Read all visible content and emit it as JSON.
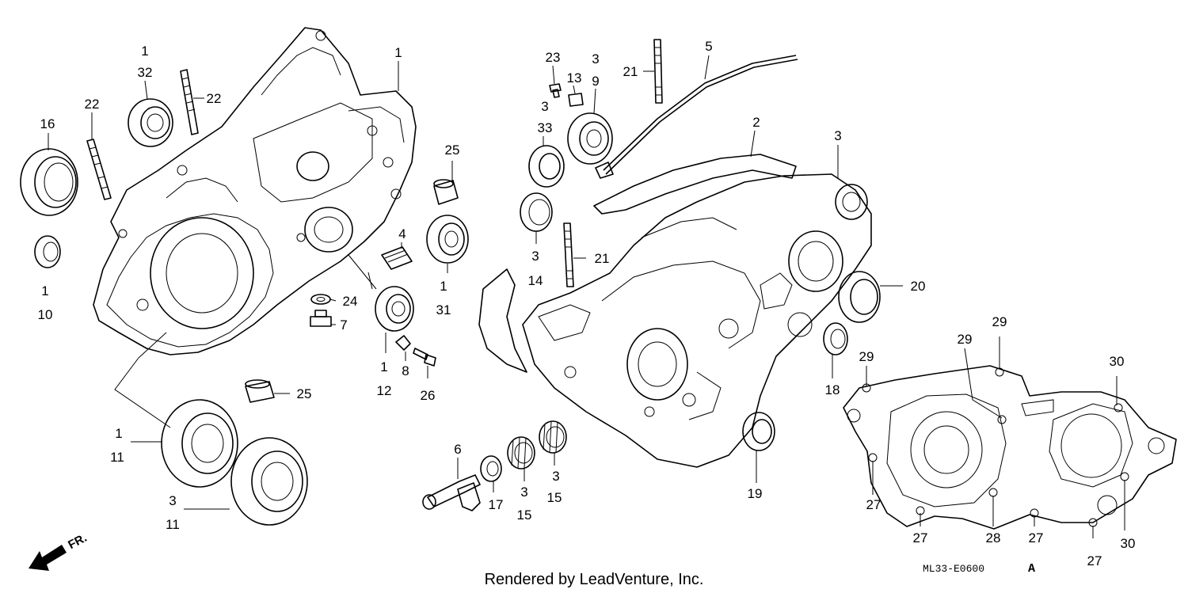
{
  "diagram": {
    "labels": [
      {
        "id": "l1",
        "text": "1"
      },
      {
        "id": "l2",
        "text": "32"
      },
      {
        "id": "l3",
        "text": "22"
      },
      {
        "id": "l4",
        "text": "22"
      },
      {
        "id": "l5",
        "text": "16"
      },
      {
        "id": "l6",
        "text": "1"
      },
      {
        "id": "l7",
        "text": "25"
      },
      {
        "id": "l8",
        "text": "4"
      },
      {
        "id": "l9",
        "text": "1"
      },
      {
        "id": "l10",
        "text": "31"
      },
      {
        "id": "l11",
        "text": "1"
      },
      {
        "id": "l12",
        "text": "10"
      },
      {
        "id": "l13",
        "text": "24"
      },
      {
        "id": "l14",
        "text": "7"
      },
      {
        "id": "l15",
        "text": "1"
      },
      {
        "id": "l16",
        "text": "12"
      },
      {
        "id": "l17",
        "text": "8"
      },
      {
        "id": "l18",
        "text": "26"
      },
      {
        "id": "l19",
        "text": "25"
      },
      {
        "id": "l20",
        "text": "1"
      },
      {
        "id": "l21",
        "text": "11"
      },
      {
        "id": "l22",
        "text": "3"
      },
      {
        "id": "l23",
        "text": "11"
      },
      {
        "id": "l24",
        "text": "23"
      },
      {
        "id": "l25",
        "text": "3"
      },
      {
        "id": "l26",
        "text": "13"
      },
      {
        "id": "l27",
        "text": "9"
      },
      {
        "id": "l28",
        "text": "3"
      },
      {
        "id": "l29",
        "text": "33"
      },
      {
        "id": "l30",
        "text": "21"
      },
      {
        "id": "l31",
        "text": "5"
      },
      {
        "id": "l32",
        "text": "2"
      },
      {
        "id": "l33",
        "text": "3"
      },
      {
        "id": "l34",
        "text": "3"
      },
      {
        "id": "l35",
        "text": "14"
      },
      {
        "id": "l36",
        "text": "21"
      },
      {
        "id": "l37",
        "text": "20"
      },
      {
        "id": "l38",
        "text": "18"
      },
      {
        "id": "l39",
        "text": "19"
      },
      {
        "id": "l40",
        "text": "6"
      },
      {
        "id": "l41",
        "text": "17"
      },
      {
        "id": "l42",
        "text": "3"
      },
      {
        "id": "l43",
        "text": "15"
      },
      {
        "id": "l44",
        "text": "3"
      },
      {
        "id": "l45",
        "text": "15"
      },
      {
        "id": "l46",
        "text": "29"
      },
      {
        "id": "l47",
        "text": "29"
      },
      {
        "id": "l48",
        "text": "29"
      },
      {
        "id": "l49",
        "text": "30"
      },
      {
        "id": "l50",
        "text": "27"
      },
      {
        "id": "l51",
        "text": "27"
      },
      {
        "id": "l52",
        "text": "28"
      },
      {
        "id": "l53",
        "text": "27"
      },
      {
        "id": "l54",
        "text": "27"
      },
      {
        "id": "l55",
        "text": "30"
      }
    ],
    "front_marker": "FR.",
    "footer": "Rendered by LeadVenture, Inc.",
    "diagram_code": "ML33-E0600",
    "diagram_code_suffix": "A"
  }
}
